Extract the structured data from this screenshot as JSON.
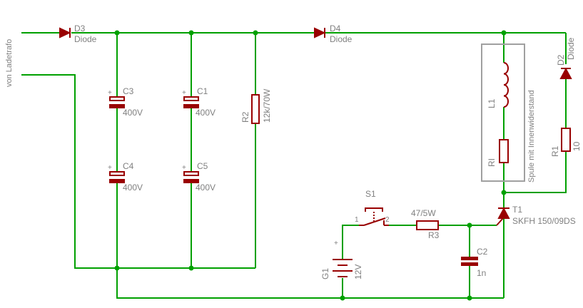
{
  "input_label": "von Ladetrafo",
  "D3": {
    "name": "D3",
    "value": "Diode"
  },
  "D4": {
    "name": "D4",
    "value": "Diode"
  },
  "D2": {
    "name": "D2",
    "value": "Diode"
  },
  "C3": {
    "name": "C3",
    "value": "400V"
  },
  "C4": {
    "name": "C4",
    "value": "400V"
  },
  "C1": {
    "name": "C1",
    "value": "400V"
  },
  "C5": {
    "name": "C5",
    "value": "400V"
  },
  "R2": {
    "name": "R2",
    "value": "12k/70W"
  },
  "L1": {
    "name": "L1"
  },
  "RI": {
    "name": "RI"
  },
  "coil_box_label": "Spule mit Innenwiderstand",
  "R1": {
    "name": "R1",
    "value": "10"
  },
  "T1": {
    "name": "T1",
    "value": "SKFH 150/09DS"
  },
  "S1": {
    "name": "S1",
    "pin1": "1",
    "pin2": "2"
  },
  "R3": {
    "name": "R3",
    "value": "47/5W"
  },
  "C2": {
    "name": "C2",
    "value": "1n"
  },
  "G1": {
    "name": "G1",
    "value": "12V",
    "plus": "+"
  },
  "polarity_plus": "+"
}
